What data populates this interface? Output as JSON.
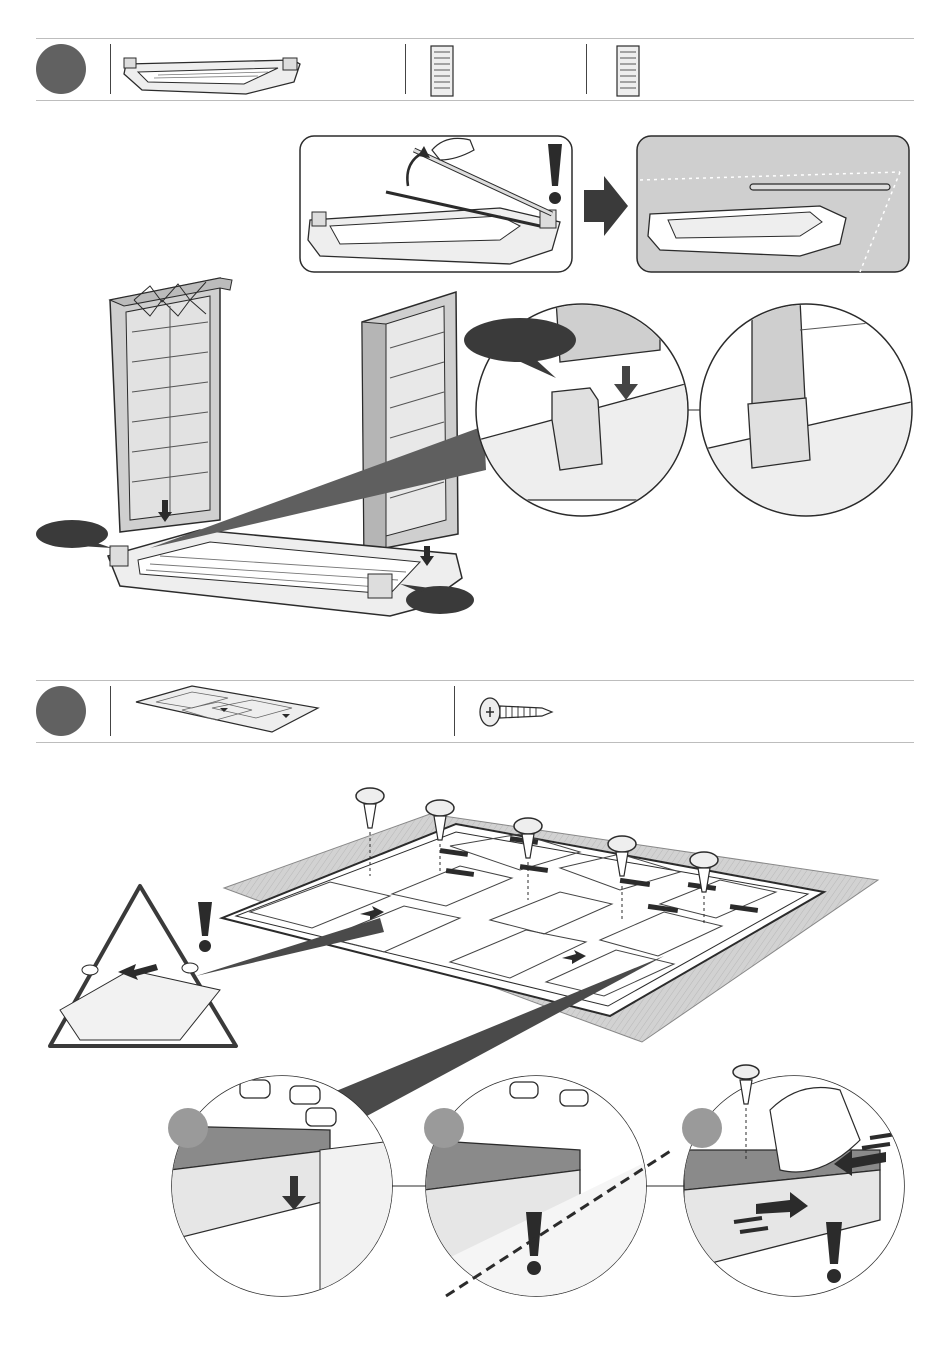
{
  "page": {
    "background": "#ffffff",
    "line_color": "#2b2b2b",
    "fill_light": "#e6e6e6",
    "fill_mid": "#cfcfcf",
    "fill_dark": "#5f5f5f"
  },
  "step1": {
    "parts": [
      "floor-tray",
      "side-wall-panel",
      "side-wall-panel"
    ],
    "callouts": [
      "attention",
      "lift-rod",
      "rod-placed"
    ]
  },
  "step2": {
    "parts": [
      "floor-panel",
      "screw"
    ],
    "callouts": [
      "attention-triangle",
      "detail-a",
      "detail-b",
      "detail-c"
    ]
  }
}
